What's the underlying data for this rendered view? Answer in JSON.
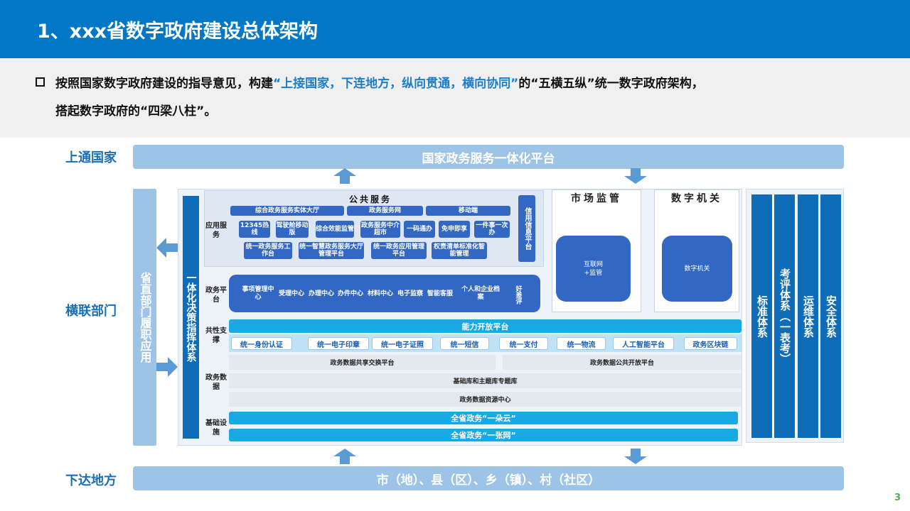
{
  "title": "1、xxx省数字政府建设总体架构",
  "intro": {
    "part1": "按照国家数字政府建设的指导意见，构建",
    "quote": "“上接国家，下连地方，纵向贯通，横向协同”",
    "part2": "的“五横五纵”统一数字政府架构，",
    "line2": "搭起数字政府的“四梁八柱”。"
  },
  "side_labels": {
    "top": "上通国家",
    "middle": "横联部门",
    "bottom": "下达地方"
  },
  "top_band": "国家政务服务一体化平台",
  "bottom_band": "市（地）、县（区）、乡（镇）、村（社区）",
  "left_column": "省直部门履职应用",
  "decision_column": "一体化决策指挥体系",
  "public_service": {
    "title": "公共服务",
    "row_label": "应用服务",
    "row1": [
      "综合政务服务实体大厅",
      "政务服务网",
      "移动端"
    ],
    "row2": [
      "12345热线",
      "驾驶舱移动版",
      "综合效能监管",
      "政务服务中介超市",
      "一码通办",
      "免申即享",
      "一件事一次办"
    ],
    "row3": [
      "统一政务服务工作台",
      "统一智慧政务服务大厅管理平台",
      "统一政务应用管理平台",
      "权责清单标准化智能管理"
    ],
    "credit": "信用信息平台"
  },
  "gov_platform": {
    "row_label": "政务平台",
    "items": [
      "事项管理中心",
      "受理中心",
      "办理中心",
      "办件中心",
      "材料中心",
      "电子监察",
      "智能客服",
      "个人和企业档案",
      "好差评"
    ]
  },
  "shared_support": {
    "row_label": "共性支撑",
    "header": "能力开放平台",
    "items": [
      "统一身份认证",
      "统一电子印章",
      "统一电子证照",
      "统一短信",
      "统一支付",
      "统一物流",
      "人工智能平台",
      "政务区块链"
    ]
  },
  "gov_data": {
    "row_label": "政务数据",
    "left": "政务数据共享交换平台",
    "right": "政务数据公共开放平台",
    "row2": "基础库和主题库专题库",
    "row3": "政务数据资源中心"
  },
  "infrastructure": {
    "row_label": "基础设施",
    "cloud": "全省政务“一朵云”",
    "net": "全省政务“一张网”"
  },
  "market": {
    "title": "市场监管",
    "inner": "互联网+监管"
  },
  "digital_org": {
    "title": "数字机关",
    "inner": "数字机关"
  },
  "right_bars": [
    "标准体系",
    "考评体系（一表考）",
    "运维体系",
    "安全体系"
  ],
  "page_number": "3",
  "colors": {
    "header": "#0277c6",
    "dark_blue": "#0e6cb8",
    "mid_blue": "#3267c3",
    "cyan": "#1ba9e6",
    "light_band": "#9dc3e6",
    "accent_text": "#1d7ec7"
  }
}
